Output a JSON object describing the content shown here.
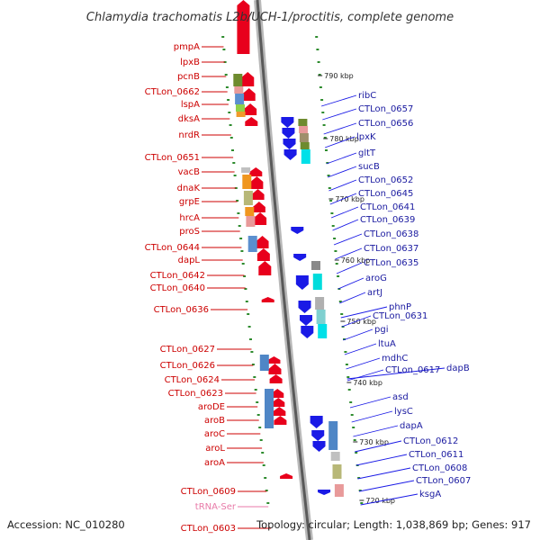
{
  "header": {
    "title": "Chlamydia trachomatis L2b/UCH-1/proctitis, complete genome"
  },
  "footer": {
    "accession": "Accession: NC_010280",
    "summary": "Topology: circular; Length: 1,038,869 bp; Genes: 917"
  },
  "colors": {
    "forward": "#e8001c",
    "reverse": "#1a1ae6",
    "trna": "#e87aa8",
    "backbone": "#8c8c8c",
    "gc_dots": "#2e8b2e"
  },
  "kbp_ticks": [
    "790 kbp",
    "780 kbp",
    "770 kbp",
    "760 kbp",
    "750 kbp",
    "740 kbp",
    "730 kbp",
    "720 kbp"
  ],
  "left_labels": [
    "pmpA",
    "lpxB",
    "pcnB",
    "CTLon_0662",
    "lspA",
    "dksA",
    "nrdR",
    "CTLon_0651",
    "vacB",
    "dnaK",
    "grpE",
    "hrcA",
    "proS",
    "CTLon_0644",
    "dapL",
    "CTLon_0642",
    "CTLon_0640",
    "CTLon_0636",
    "CTLon_0627",
    "CTLon_0626",
    "CTLon_0624",
    "CTLon_0623",
    "aroDE",
    "aroB",
    "aroC",
    "aroL",
    "aroA",
    "CTLon_0609",
    "tRNA-Ser",
    "CTLon_0603"
  ],
  "right_labels": [
    "ribC",
    "CTLon_0657",
    "CTLon_0656",
    "lpxK",
    "gltT",
    "sucB",
    "CTLon_0652",
    "CTLon_0645",
    "CTLon_0641",
    "CTLon_0639",
    "CTLon_0638",
    "CTLon_0637",
    "CTLon_0635",
    "aroG",
    "artJ",
    "phnP",
    "CTLon_0631",
    "pgi",
    "ltuA",
    "mdhC",
    "CTLon_0617",
    "dapB",
    "asd",
    "lysC",
    "dapA",
    "CTLon_0612",
    "CTLon_0611",
    "CTLon_0608",
    "CTLon_0607",
    "ksgA"
  ]
}
